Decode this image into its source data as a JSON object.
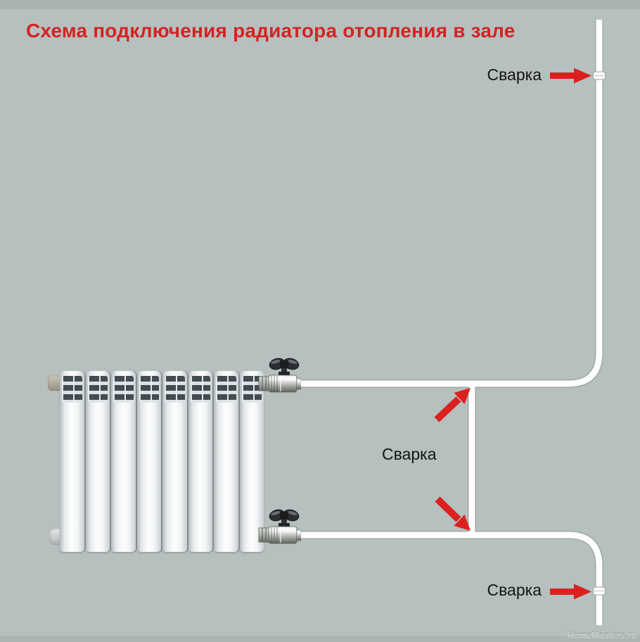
{
  "title": "Схема подключения радиатора отопления в зале",
  "annotations": {
    "weld_top": "Сварка",
    "weld_middle": "Сварка",
    "weld_bottom": "Сварка"
  },
  "watermark": "HomeMasters.ru",
  "colors": {
    "background": "#b6c0be",
    "top_band": "#a9b3b1",
    "title_red": "#d32322",
    "arrow_red": "#dc1f1f",
    "pipe_white": "#ffffff",
    "label_black": "#141414",
    "radiator_fin_dark": "#424c53"
  },
  "diagram": {
    "radiator_sections": 8,
    "weld_points_indicated": 4,
    "pipes": [
      "supply-riser-to-top-valve",
      "bypass-vertical",
      "bottom-valve-to-return-riser"
    ]
  }
}
